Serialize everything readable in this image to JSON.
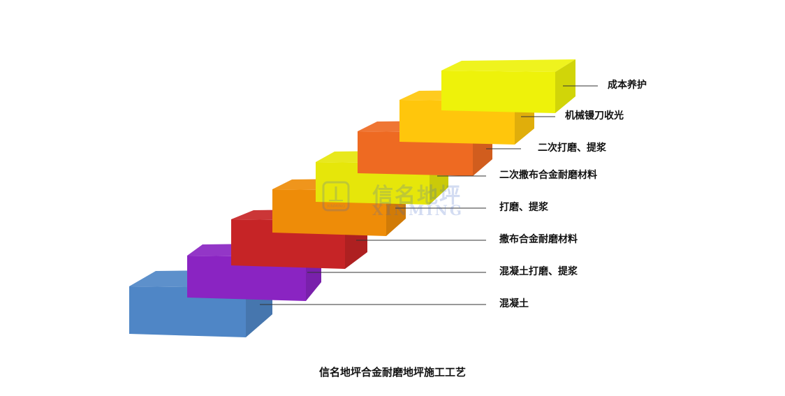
{
  "layers": [
    {
      "label": "混凝土",
      "color": "#4f86c6"
    },
    {
      "label": "混凝土打磨、提浆",
      "color": "#8a24c2"
    },
    {
      "label": "撒布合金耐磨材料",
      "color": "#c62426"
    },
    {
      "label": "打磨、提浆",
      "color": "#ee8c08"
    },
    {
      "label": "二次撒布合金耐磨材料",
      "color": "#e6e60a"
    },
    {
      "label": "二次打磨、提浆",
      "color": "#ee6a22"
    },
    {
      "label": "机械镘刀收光",
      "color": "#ffc60c"
    },
    {
      "label": "成本养护",
      "color": "#eef20a"
    }
  ],
  "caption": "信名地坪合金耐磨地坪施工工艺",
  "watermark": {
    "cn": "信名地坪",
    "en": "XINMING",
    "logo_text": "XINMING"
  }
}
